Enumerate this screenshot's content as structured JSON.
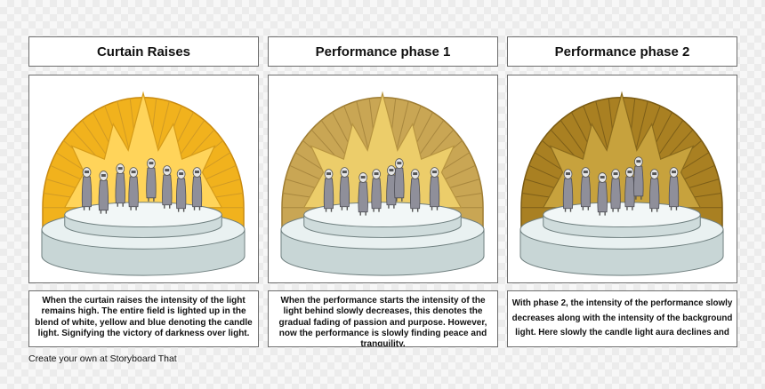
{
  "panels": [
    {
      "title": "Curtain Raises",
      "caption": "When the curtain raises the intensity of the light remains high. The entire field is lighted up in the blend of white, yellow and blue denoting the candle light.  Signifying the victory of darkness over light.",
      "colors": {
        "dome": "#f1b21d",
        "dome_edge": "#c98a10",
        "star": "#ffd45a",
        "star_edge": "#d59b19",
        "ray": "#d09a25"
      }
    },
    {
      "title": "Performance phase 1",
      "caption": "When the performance starts the intensity of the light behind slowly decreases, this denotes the gradual fading of passion and purpose. However,  now the performance is slowly finding peace and tranquility.",
      "colors": {
        "dome": "#c9a654",
        "dome_edge": "#9e7c32",
        "star": "#eccd6a",
        "star_edge": "#b79440",
        "ray": "#a8873e"
      }
    },
    {
      "title": "Performance phase 2",
      "caption": "With phase 2, the intensity of the performance slowly decreases along with the intensity of the background light. Here slowly the candle light aura declines and",
      "colors": {
        "dome": "#a98022",
        "dome_edge": "#7a5a12",
        "star": "#c7a23d",
        "star_edge": "#8a6a1c",
        "ray": "#7d5e18"
      }
    }
  ],
  "footer": {
    "text": "Create your own at Storyboard That"
  }
}
